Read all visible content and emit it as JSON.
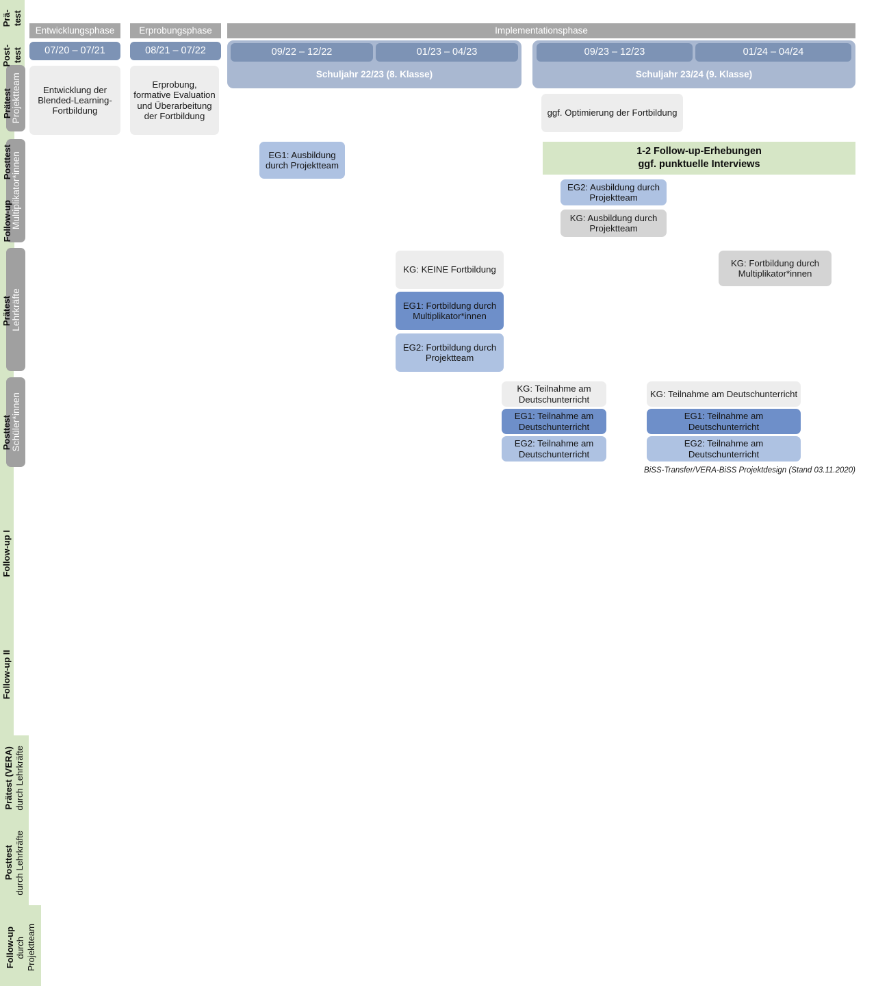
{
  "diagram": {
    "title": "BiSS-Transfer/VERA-BiSS Projektdesign",
    "footer": "BiSS-Transfer/VERA-BiSS Projektdesign (Stand 03.11.2020)",
    "colors": {
      "phase_header": "#a6a6a6",
      "date_chip": "#7d93b5",
      "schuljahr_band": "#a9b8d1",
      "row_label": "#a0a0a0",
      "green_test": "#d6e6c6",
      "kg_gray_light": "#ededed",
      "kg_gray": "#d4d4d4",
      "eg1_blue": "#6e8fc9",
      "eg2_blue": "#aec2e2"
    }
  },
  "phases": [
    {
      "name": "Entwicklungsphase"
    },
    {
      "name": "Erprobungsphase"
    },
    {
      "name": "Implementationsphase"
    }
  ],
  "periods": [
    {
      "label": "07/20 – 07/21"
    },
    {
      "label": "08/21 – 07/22"
    },
    {
      "label": "09/22 – 12/22"
    },
    {
      "label": "01/23 – 04/23"
    },
    {
      "label": "09/23 – 12/23"
    },
    {
      "label": "01/24 – 04/24"
    }
  ],
  "schuljahre": [
    {
      "label": "Schuljahr 22/23 (8. Klasse)"
    },
    {
      "label": "Schuljahr 23/24 (9. Klasse)"
    }
  ],
  "rows": [
    {
      "label": "Projektteam"
    },
    {
      "label": "Multiplikator*innen"
    },
    {
      "label": "Lehrkräfte"
    },
    {
      "label": "Schüler*innen"
    }
  ],
  "projektteam": {
    "entwicklung": "Entwicklung der Blended-Learning-Fortbildung",
    "erprobung": "Erprobung, formative Evaluation und Überarbeitung der Fortbildung",
    "optimierung": "ggf. Optimierung der Fortbildung"
  },
  "multiplikatoren": {
    "praetest_line1": "Prä-",
    "praetest_line2": "test",
    "posttest_line1": "Post-",
    "posttest_line2": "test",
    "eg1": "EG1: Ausbildung durch Projektteam",
    "praetest2": "Prätest",
    "posttest2": "Posttest",
    "followup": "Follow-up",
    "eg2": "EG2: Ausbildung durch Projektteam",
    "kg": "KG: Ausbildung durch Projektteam",
    "banner_line1": "1-2 Follow-up-Erhebungen",
    "banner_line2": "ggf. punktuelle Interviews"
  },
  "lehrkraefte": {
    "praetest": "Prätest",
    "posttest": "Posttest",
    "followup1": "Follow-up I",
    "followup2": "Follow-up II",
    "kg_keine": "KG:  KEINE Fortbildung",
    "eg1": "EG1: Fortbildung durch Multiplikator*innen",
    "eg2": "EG2: Fortbildung durch Projektteam",
    "kg_multi": "KG: Fortbildung durch Multiplikator*innen"
  },
  "schueler": {
    "praetest_bold": "Prätest (VERA)",
    "praetest_reg": "durch Lehrkräfte",
    "posttest_bold": "Posttest",
    "posttest_reg": "durch Lehrkräfte",
    "followup_bold": "Follow-up",
    "followup_reg1": "durch",
    "followup_reg2": "Projektteam",
    "kg": "KG: Teilnahme am Deutschunterricht",
    "eg1": "EG1: Teilnahme am Deutschunterricht",
    "eg2": "EG2: Teilnahme am Deutschunterricht"
  }
}
